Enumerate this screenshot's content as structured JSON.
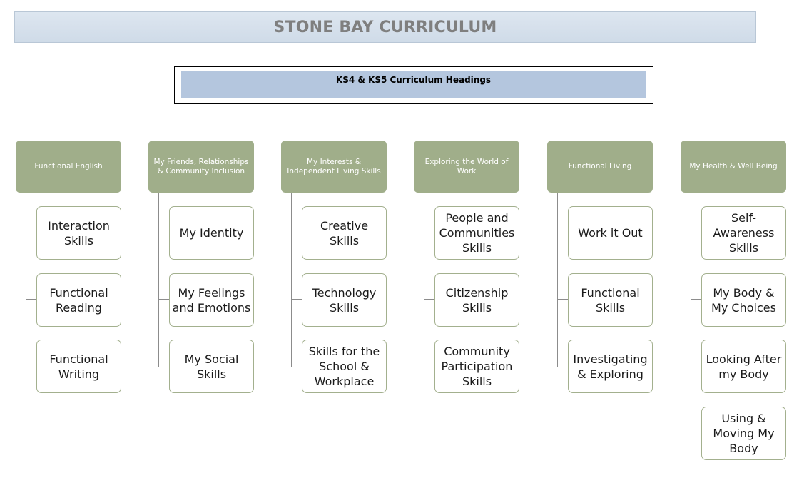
{
  "title": "STONE BAY CURRICULUM",
  "subheading": "KS4 & KS5 Curriculum Headings",
  "columns": [
    {
      "heading": "Functional English",
      "items": [
        "Interaction Skills",
        "Functional Reading",
        "Functional Writing"
      ]
    },
    {
      "heading": "My Friends, Relationships & Community Inclusion",
      "items": [
        "My Identity",
        "My Feelings and Emotions",
        "My Social Skills"
      ]
    },
    {
      "heading": "My Interests & Independent Living Skills",
      "items": [
        "Creative Skills",
        "Technology Skills",
        "Skills for the School & Workplace"
      ]
    },
    {
      "heading": "Exploring the World of Work",
      "items": [
        "People and Communities Skills",
        "Citizenship Skills",
        "Community Participation Skills"
      ]
    },
    {
      "heading": "Functional Living",
      "items": [
        "Work it Out",
        "Functional Skills",
        "Investigating & Exploring"
      ]
    },
    {
      "heading": "My Health & Well Being",
      "items": [
        "Self-Awareness Skills",
        "My Body & My Choices",
        "Looking After my Body",
        "Using & Moving My Body"
      ]
    }
  ],
  "colors": {
    "heading_fill": "#a0ae8a",
    "child_border": "#a3b08e",
    "banner_fill": "#d6e0ec",
    "subheading_fill": "#b4c6de"
  }
}
